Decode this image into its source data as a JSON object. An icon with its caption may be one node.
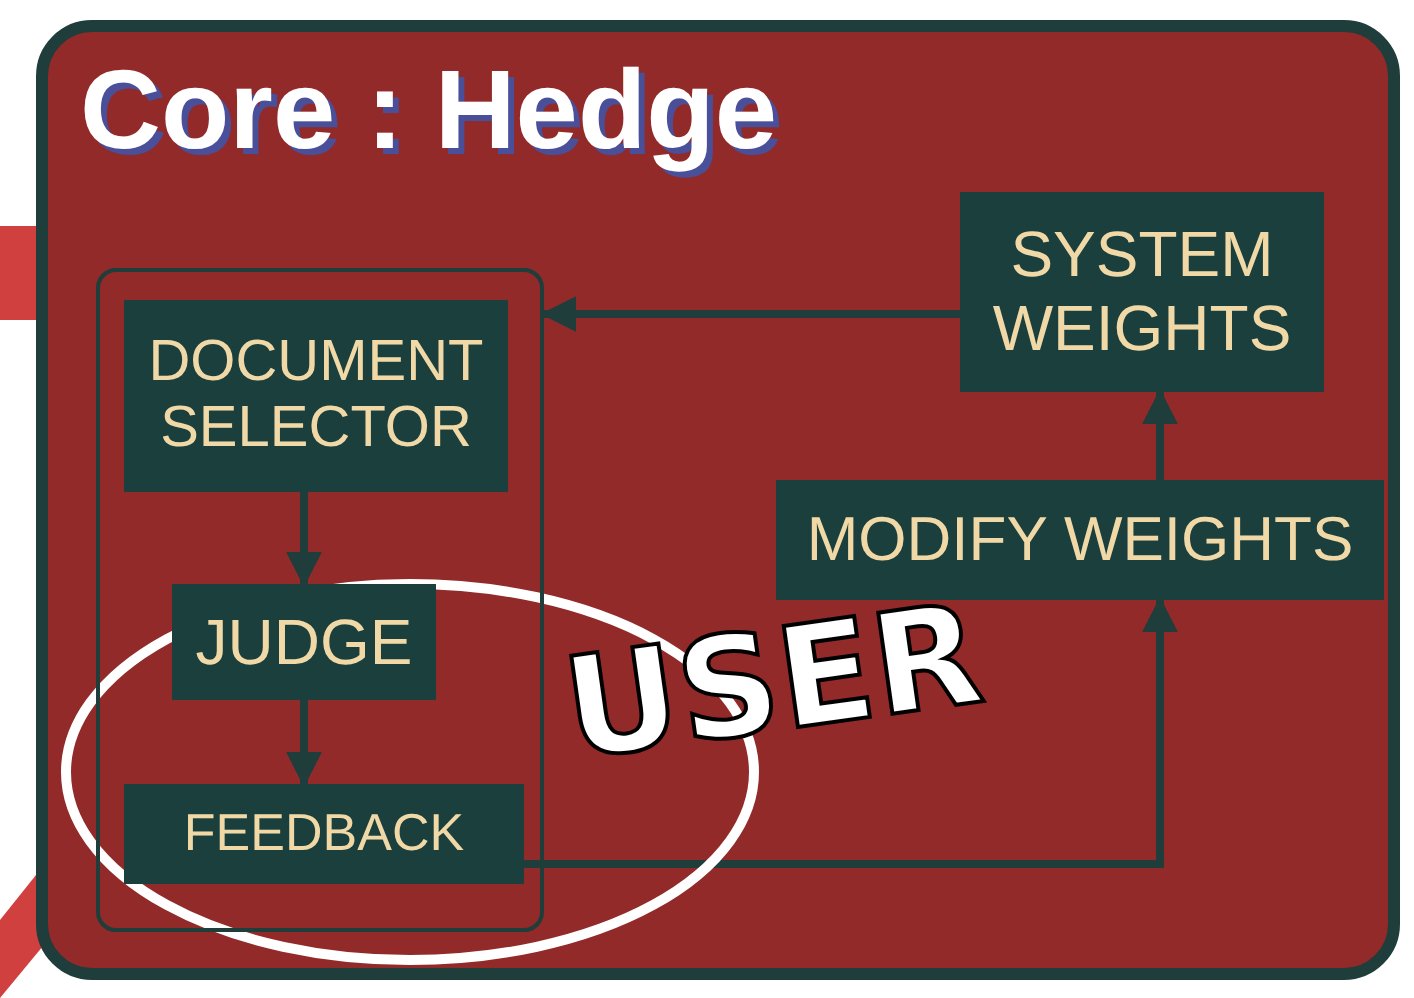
{
  "diagram": {
    "title": "Core : Hedge",
    "nodes": [
      {
        "text": [],
        "shape": "box"
      },
      {
        "text": [
          "DOCUMENT SELECTOR"
        ],
        "in": 0
      },
      {
        "text": [
          "JUDGE"
        ],
        "in": 0
      },
      {
        "text": [
          "FEEDBACK"
        ],
        "in": 0
      },
      {
        "text": [
          "SYSTEM WEIGHTS"
        ]
      },
      {
        "text": [
          "MODIFY WEIGHTS"
        ]
      }
    ],
    "edges": [
      {
        "from": 4,
        "to": 0,
        "arrow": "to"
      },
      {
        "from": 1,
        "to": 2,
        "arrow": "to"
      },
      {
        "from": 2,
        "to": 3,
        "arrow": "to"
      },
      {
        "from": 3,
        "to": 5,
        "arrow": "to"
      },
      {
        "from": 5,
        "to": 4,
        "arrow": "to"
      }
    ],
    "labels": [
      "USER"
    ]
  }
}
